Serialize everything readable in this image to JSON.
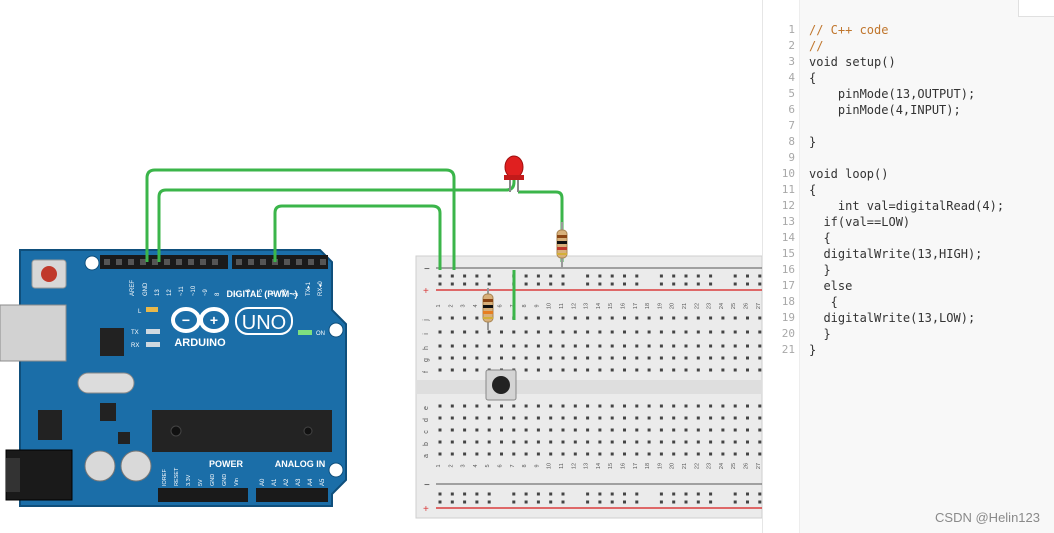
{
  "colors": {
    "board": "#1b6ea8",
    "wire": "#3bb54a",
    "breadboard": "#ebebeb",
    "rail_red": "#d93c3c",
    "code_bg": "#f8f8f8",
    "comment": "#c0762d"
  },
  "board": {
    "brand": "ARDUINO",
    "model": "UNO",
    "digital_header": "DIGITAL (PWM~)",
    "power_header": "POWER",
    "analog_header": "ANALOG IN",
    "pin_labels": [
      "AREF",
      "GND",
      "13",
      "12",
      "~11",
      "~10",
      "~9",
      "8",
      "7",
      "~6",
      "~5",
      "4",
      "~3",
      "2",
      "TX▸1",
      "RX◂0"
    ],
    "power_pins": [
      "IOREF",
      "RESET",
      "3.3V",
      "5V",
      "GND",
      "GND",
      "Vin"
    ],
    "analog_pins": [
      "A0",
      "A1",
      "A2",
      "A3",
      "A4",
      "A5"
    ],
    "led_labels": {
      "l": "L",
      "tx": "TX",
      "rx": "RX",
      "on": "ON"
    }
  },
  "breadboard": {
    "rail_minus": "−",
    "rail_plus": "+",
    "row_labels_top": [
      "j",
      "i",
      "h",
      "g",
      "f"
    ],
    "row_labels_bottom": [
      "e",
      "d",
      "c",
      "b",
      "a"
    ],
    "column_numbers": [
      "1",
      "2",
      "3",
      "4",
      "5",
      "6",
      "7",
      "8",
      "9",
      "10",
      "11",
      "12",
      "13",
      "14",
      "15",
      "16",
      "17",
      "18",
      "19",
      "20",
      "21",
      "22",
      "23",
      "24",
      "25",
      "26",
      "27"
    ]
  },
  "code": {
    "line_numbers": [
      "1",
      "2",
      "3",
      "4",
      "5",
      "6",
      "7",
      "8",
      "9",
      "10",
      "11",
      "12",
      "13",
      "14",
      "15",
      "16",
      "17",
      "18",
      "19",
      "20",
      "21"
    ],
    "lines": [
      "// C++ code",
      "//",
      "void setup()",
      "{",
      "    pinMode(13,OUTPUT);",
      "    pinMode(4,INPUT);",
      "",
      "}",
      "",
      "void loop()",
      "{",
      "    int val=digitalRead(4);",
      "  if(val==LOW)",
      "  {",
      "  digitalWrite(13,HIGH);",
      "  }",
      "  else",
      "   {",
      "  digitalWrite(13,LOW);",
      "  }",
      "}"
    ]
  },
  "watermark": "CSDN @Helin123"
}
